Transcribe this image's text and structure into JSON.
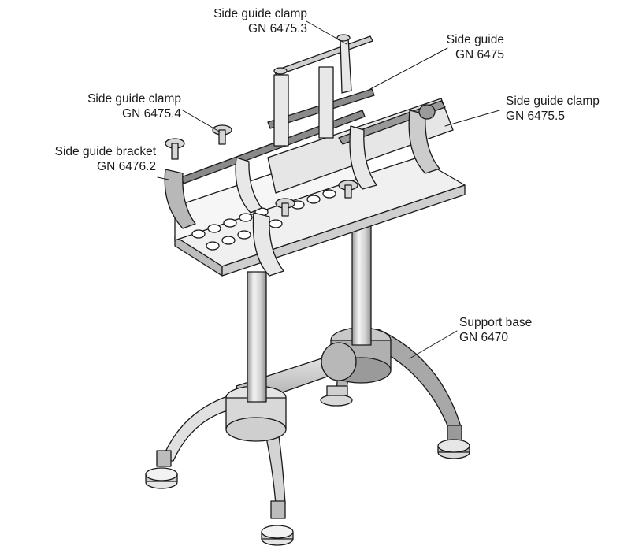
{
  "labels": {
    "side_guide_clamp_top": {
      "name": "Side guide clamp",
      "code": "GN 6475.3"
    },
    "side_guide": {
      "name": "Side guide",
      "code": "GN 6475"
    },
    "side_guide_clamp_left": {
      "name": "Side guide clamp",
      "code": "GN 6475.4"
    },
    "side_guide_clamp_right": {
      "name": "Side guide clamp",
      "code": "GN 6475.5"
    },
    "side_guide_bracket": {
      "name": "Side guide bracket",
      "code": "GN 6476.2"
    },
    "support_base": {
      "name": "Support base",
      "code": "GN 6470"
    }
  },
  "colors": {
    "line": "#1a1a1a",
    "fill_light": "#f2f2f2",
    "fill_mid": "#c8c8c8",
    "fill_dark": "#9a9a9a",
    "highlight": "#ffffff"
  }
}
